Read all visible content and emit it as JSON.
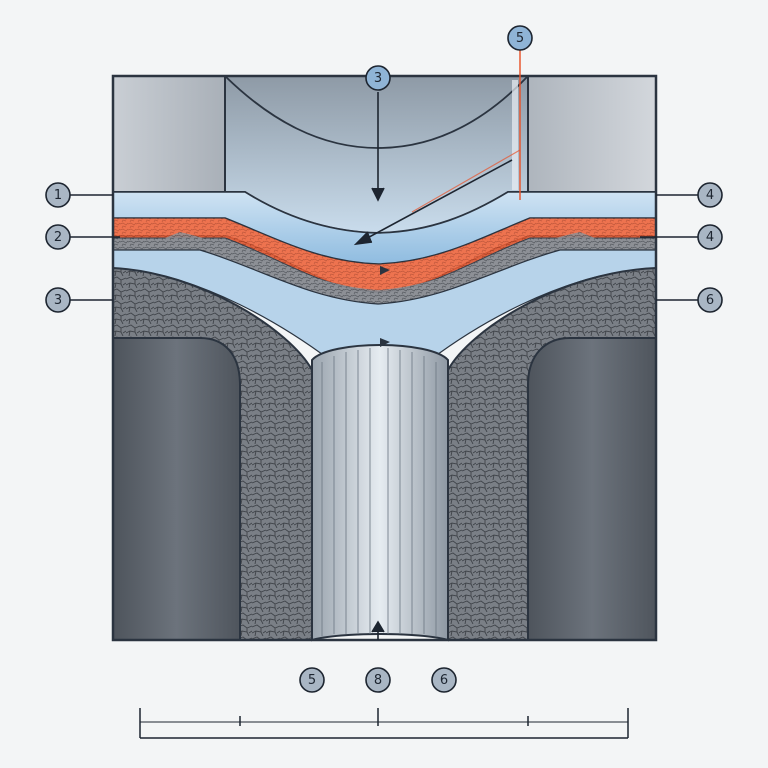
{
  "diagram": {
    "callouts": [
      {
        "id": "c1",
        "label": "1"
      },
      {
        "id": "c2",
        "label": "2"
      },
      {
        "id": "c3",
        "label": "3"
      },
      {
        "id": "c4",
        "label": "3"
      },
      {
        "id": "c5",
        "label": "5"
      },
      {
        "id": "c6",
        "label": "4"
      },
      {
        "id": "c7",
        "label": "4"
      },
      {
        "id": "c8",
        "label": "6"
      },
      {
        "id": "c9",
        "label": "5"
      },
      {
        "id": "c10",
        "label": "8"
      },
      {
        "id": "c11",
        "label": "6"
      }
    ],
    "colors": {
      "background": "#f3f5f6",
      "steel": "#9aa3ad",
      "blue_layer": "#b9d7ee",
      "hot_layer": "#e8532b",
      "grain": "#5f646b",
      "column": "#c5ccd4",
      "callout_fill": "#8fb4d6",
      "outline": "#2b3440"
    }
  }
}
